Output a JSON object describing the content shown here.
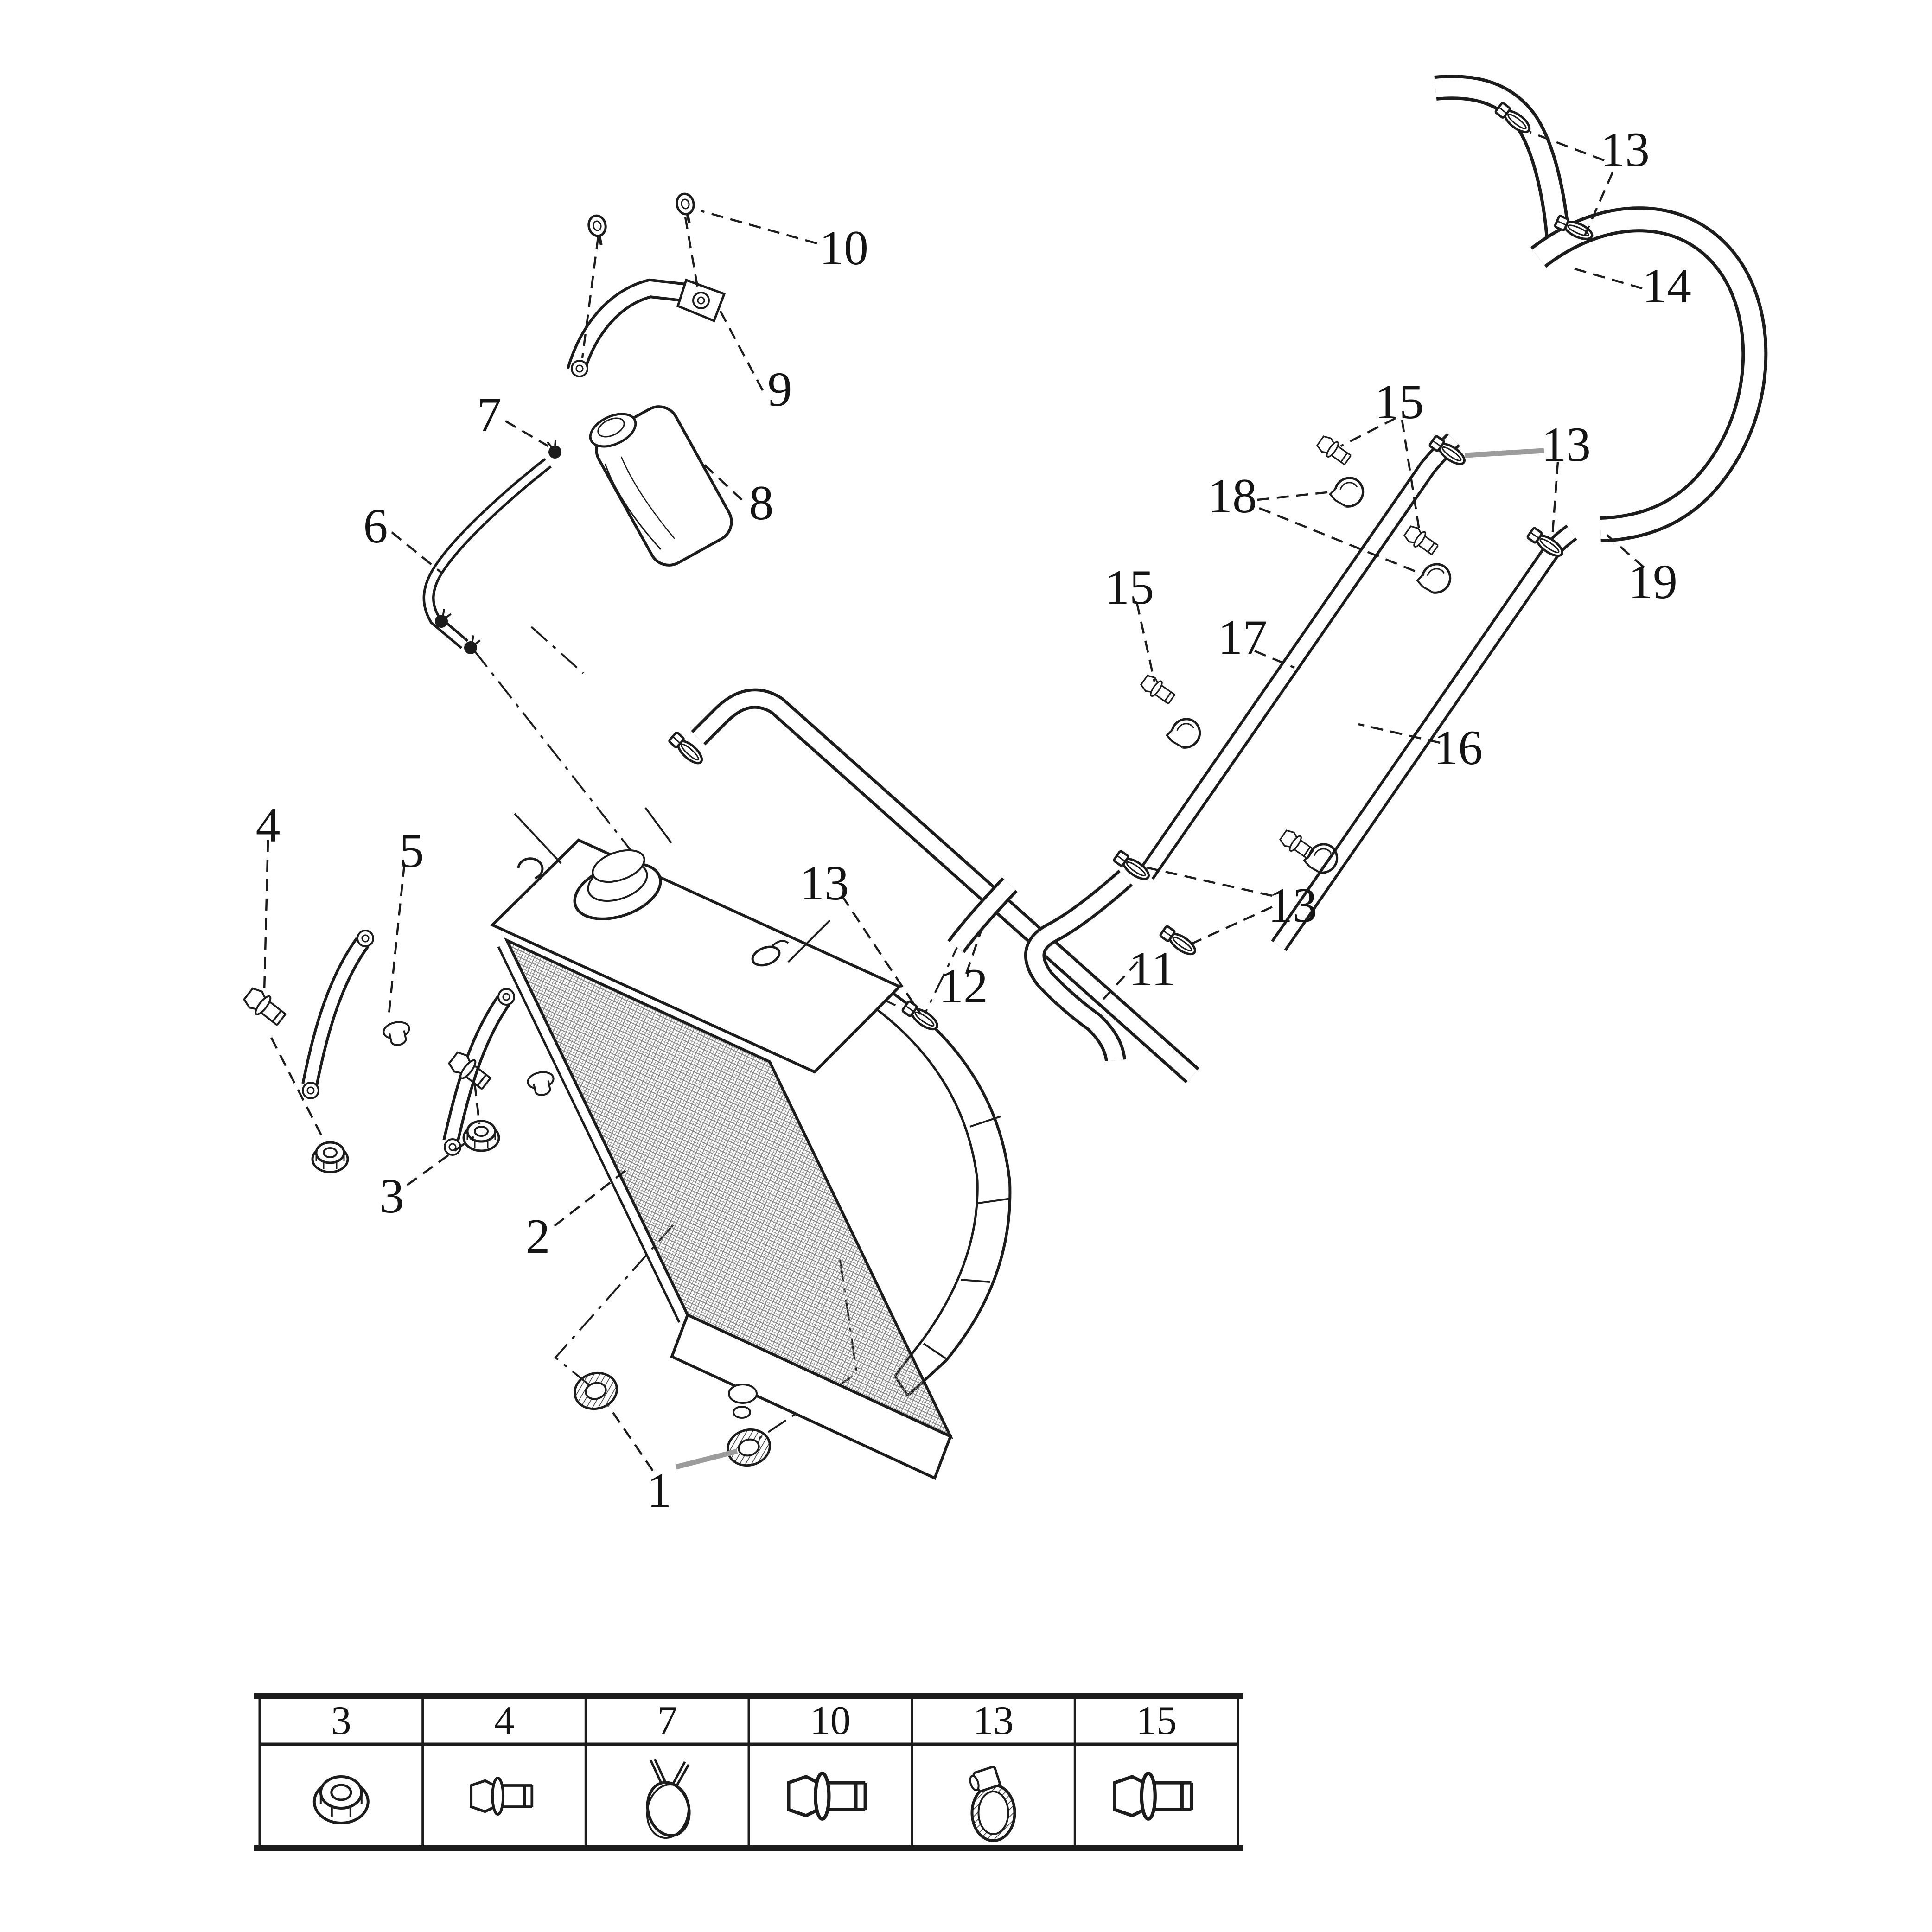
{
  "page": {
    "background": "#ffffff",
    "ink_color": "#1c1c1c",
    "leader_color": "#9c9c9c"
  },
  "callouts": [
    {
      "text": "10"
    },
    {
      "text": "9"
    },
    {
      "text": "7"
    },
    {
      "text": "8"
    },
    {
      "text": "6"
    },
    {
      "text": "13"
    },
    {
      "text": "14"
    },
    {
      "text": "15"
    },
    {
      "text": "18"
    },
    {
      "text": "13"
    },
    {
      "text": "19"
    },
    {
      "text": "15"
    },
    {
      "text": "17"
    },
    {
      "text": "16"
    },
    {
      "text": "13"
    },
    {
      "text": "12"
    },
    {
      "text": "11"
    },
    {
      "text": "13"
    },
    {
      "text": "4"
    },
    {
      "text": "5"
    },
    {
      "text": "3"
    },
    {
      "text": "2"
    },
    {
      "text": "1"
    }
  ],
  "fastener_table": {
    "headers": [
      "3",
      "4",
      "7",
      "10",
      "13",
      "15"
    ],
    "icons": [
      "flange-nut",
      "flange-bolt",
      "spring-band-clamp",
      "flange-bolt",
      "worm-gear-clamp",
      "flange-bolt"
    ]
  }
}
